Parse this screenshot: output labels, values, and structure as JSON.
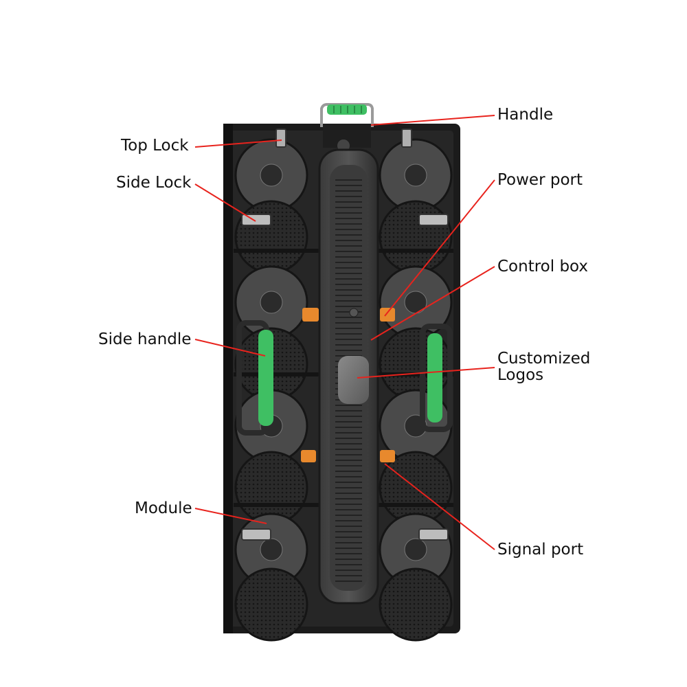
{
  "labels": {
    "handle": "Handle",
    "top_lock": "Top Lock",
    "side_lock": "Side Lock",
    "power_port": "Power port",
    "control_box": "Control box",
    "side_handle": "Side handle",
    "customized_logos_line1": "Customized",
    "customized_logos_line2": "Logos",
    "module": "Module",
    "signal_port": "Signal port"
  },
  "colors": {
    "leader_line": "#e8231d",
    "handle_green": "#3fbf63",
    "frame_dark": "#1b1b1b",
    "module_grey": "#3a3a3a",
    "control_box": "#2c2c2c",
    "logo_plate": "#6d6d6d",
    "port_orange": "#e8892d"
  }
}
